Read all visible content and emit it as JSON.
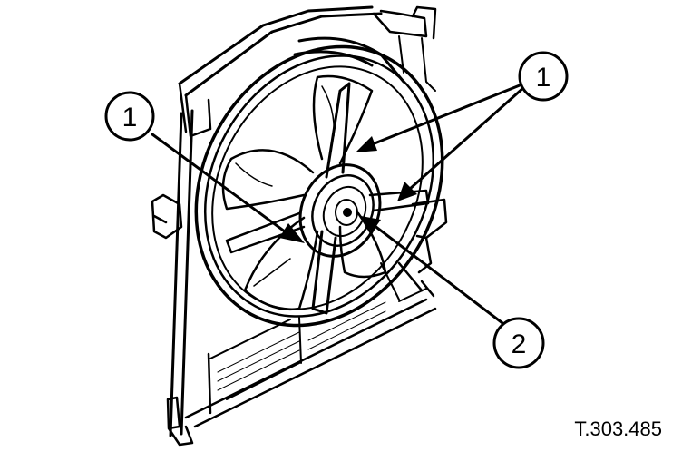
{
  "figure": {
    "reference_code": "T.303.485",
    "line_color": "#000000",
    "background_color": "#ffffff"
  },
  "callouts": [
    {
      "label": "1"
    },
    {
      "label": "1"
    },
    {
      "label": "2"
    }
  ]
}
